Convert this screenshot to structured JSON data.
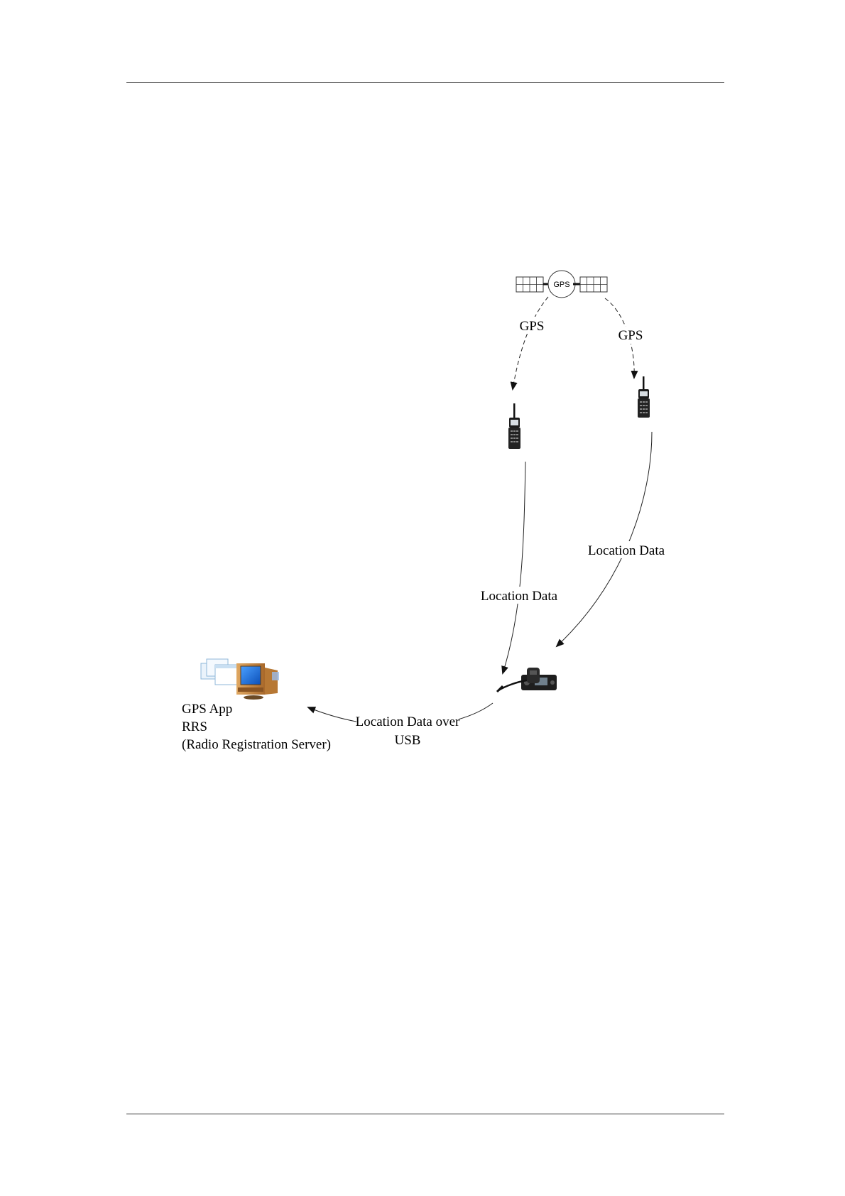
{
  "satellite": {
    "label": "GPS"
  },
  "edges": {
    "gps_left": "GPS",
    "gps_right": "GPS",
    "location_left": "Location Data",
    "location_right": "Location Data",
    "usb_line1": "Location Data over",
    "usb_line2": "USB"
  },
  "server": {
    "line1": "GPS App",
    "line2": "RRS",
    "line3": "(Radio Registration Server)"
  },
  "icons": {
    "satellite": "satellite-icon",
    "handheld_left": "handheld-radio-icon",
    "handheld_right": "handheld-radio-icon",
    "mobile_radio": "mobile-radio-icon",
    "computer": "computer-server-icon"
  },
  "colors": {
    "line": "#222222",
    "monitor_screen": "#1e6fd9",
    "cabinet": "#c8873e"
  }
}
